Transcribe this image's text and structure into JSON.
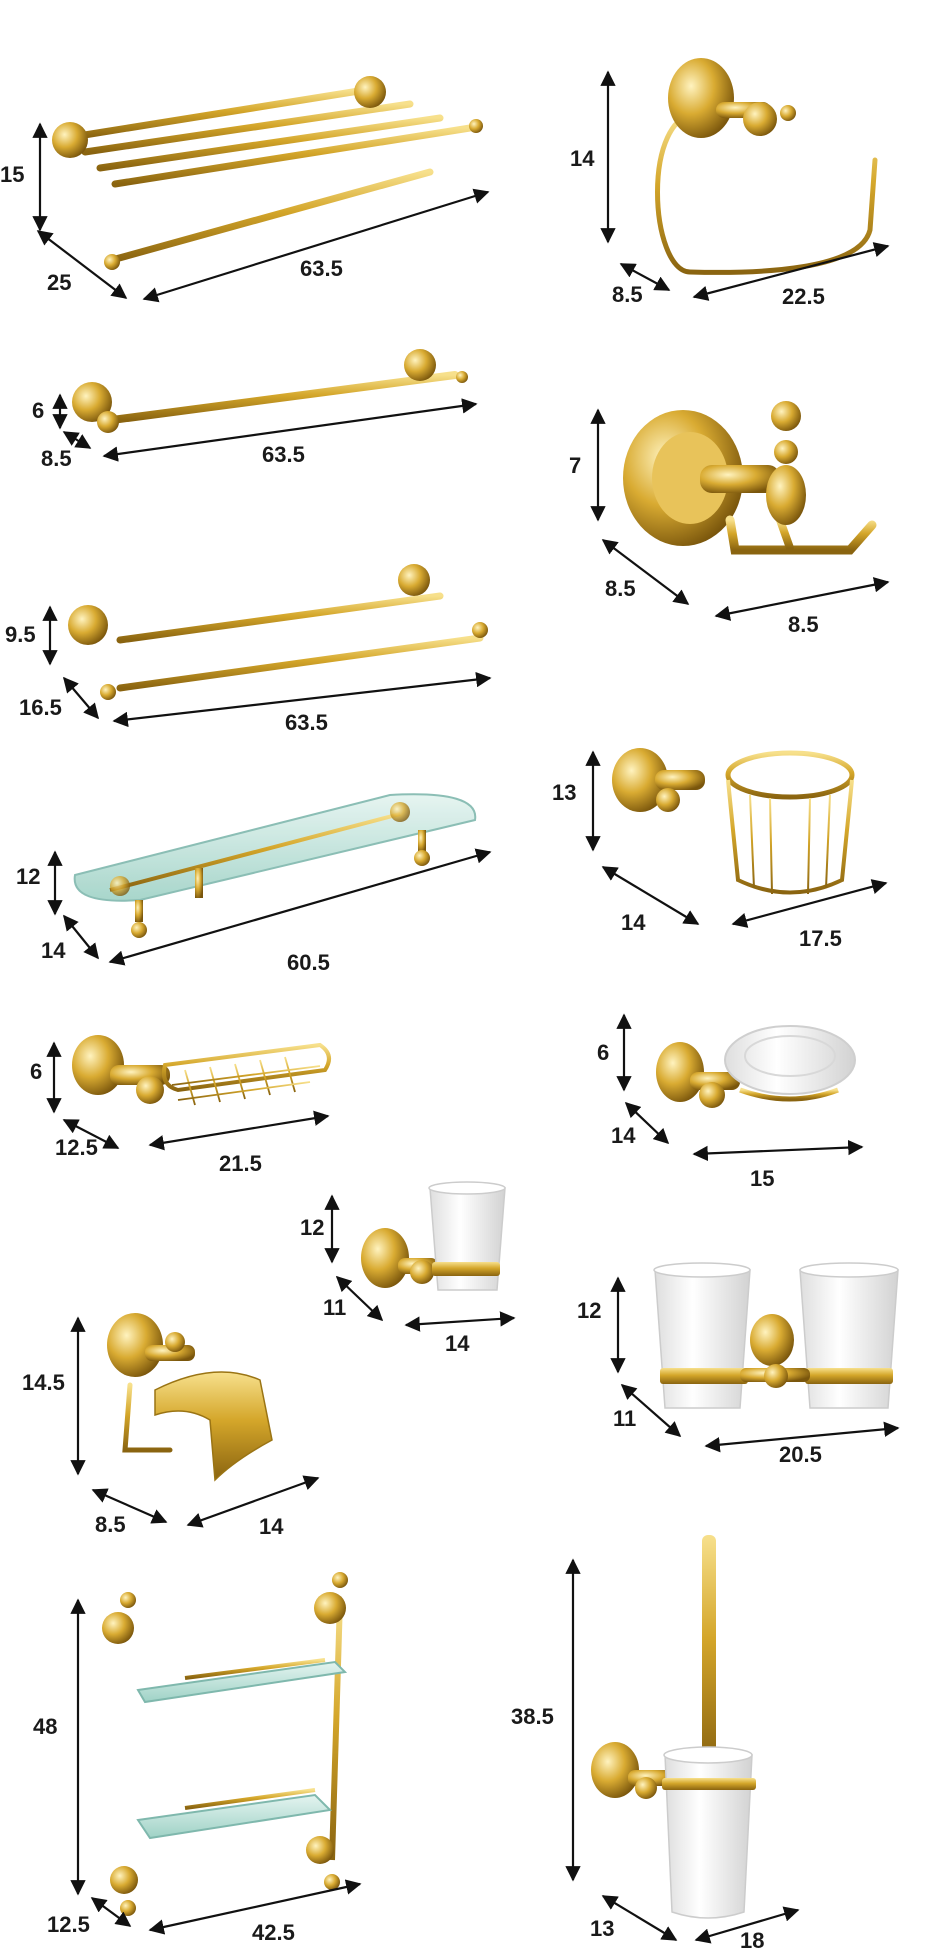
{
  "products": [
    {
      "id": "towel-shelf",
      "dims": [
        "15",
        "25",
        "63.5"
      ]
    },
    {
      "id": "towel-ring",
      "dims": [
        "14",
        "8.5",
        "22.5"
      ]
    },
    {
      "id": "single-towel-bar",
      "dims": [
        "6",
        "8.5",
        "63.5"
      ]
    },
    {
      "id": "robe-hook",
      "dims": [
        "7",
        "8.5",
        "8.5"
      ]
    },
    {
      "id": "double-towel-bar",
      "dims": [
        "9.5",
        "16.5",
        "63.5"
      ]
    },
    {
      "id": "paper-basket",
      "dims": [
        "13",
        "14",
        "17.5"
      ]
    },
    {
      "id": "glass-shelf",
      "dims": [
        "12",
        "14",
        "60.5"
      ]
    },
    {
      "id": "wire-soap-basket",
      "dims": [
        "6",
        "12.5",
        "21.5"
      ]
    },
    {
      "id": "ceramic-soap-dish",
      "dims": [
        "6",
        "14",
        "15"
      ]
    },
    {
      "id": "single-tumbler",
      "dims": [
        "12",
        "11",
        "14"
      ]
    },
    {
      "id": "double-tumbler",
      "dims": [
        "12",
        "11",
        "20.5"
      ]
    },
    {
      "id": "paper-holder",
      "dims": [
        "14.5",
        "8.5",
        "14"
      ]
    },
    {
      "id": "double-glass-shelf",
      "dims": [
        "48",
        "12.5",
        "42.5"
      ]
    },
    {
      "id": "toilet-brush",
      "dims": [
        "38.5",
        "13",
        "18"
      ]
    }
  ],
  "colors": {
    "gold": "#d4a62a",
    "gold_light": "#f6df8a",
    "gold_dark": "#8a6410",
    "glass": "#bfe3dc",
    "ceramic": "#f4f4f2"
  }
}
